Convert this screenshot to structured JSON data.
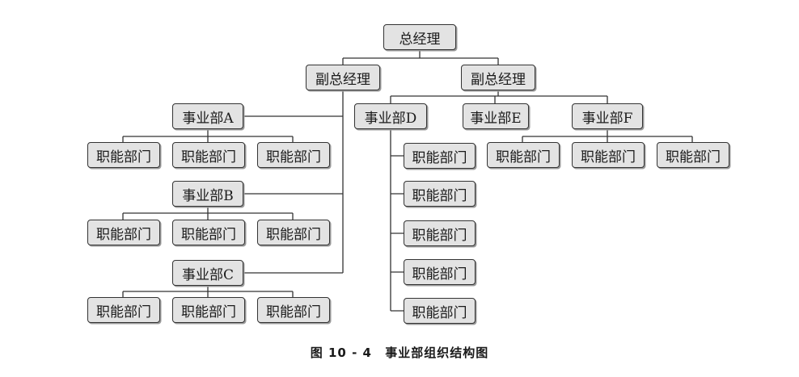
{
  "diagram": {
    "root": "总经理",
    "vp_left": "副总经理",
    "vp_right": "副总经理",
    "div_a": "事业部A",
    "div_b": "事业部B",
    "div_c": "事业部C",
    "div_d": "事业部D",
    "div_e": "事业部E",
    "div_f": "事业部F",
    "a_depts": [
      "职能部门",
      "职能部门",
      "职能部门"
    ],
    "b_depts": [
      "职能部门",
      "职能部门",
      "职能部门"
    ],
    "c_depts": [
      "职能部门",
      "职能部门",
      "职能部门"
    ],
    "d_depts": [
      "职能部门",
      "职能部门",
      "职能部门",
      "职能部门",
      "职能部门"
    ],
    "f_depts": [
      "职能部门",
      "职能部门",
      "职能部门"
    ]
  },
  "caption": {
    "figure_number": "图 10 - 4",
    "title": "事业部组织结构图"
  },
  "colors": {
    "box_fill": "#e3e3e3",
    "box_border": "#333333",
    "line": "#333333"
  }
}
